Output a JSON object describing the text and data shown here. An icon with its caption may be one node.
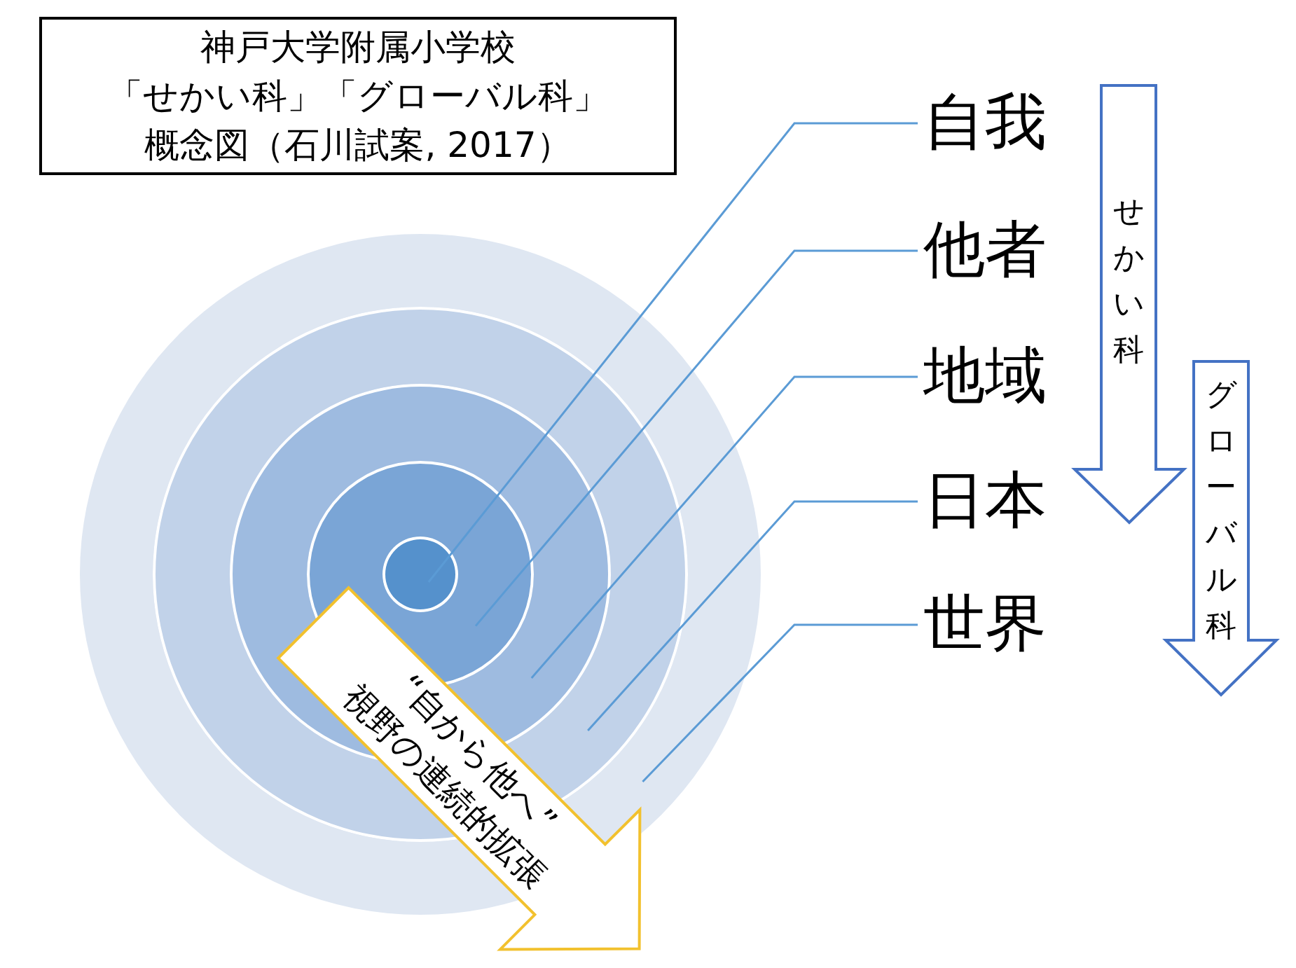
{
  "diagram": {
    "nodes": [
      {
        "text": [
          "神戸大学附属小学校",
          "「せかい科」「グローバル科」概念図（石川試案, 2017）"
        ]
      },
      {
        "text": [],
        "shape": "circle"
      },
      {
        "text": [],
        "shape": "circle",
        "in": 1
      },
      {
        "text": [],
        "shape": "circle",
        "in": 2
      },
      {
        "text": [],
        "shape": "circle",
        "in": 3
      },
      {
        "text": [],
        "shape": "circle",
        "in": 4
      },
      {
        "text": [
          "自我"
        ]
      },
      {
        "text": [
          "他者"
        ]
      },
      {
        "text": [
          "地域"
        ]
      },
      {
        "text": [
          "日本"
        ]
      },
      {
        "text": [
          "世界"
        ]
      },
      {
        "text": [
          "せかい科"
        ]
      },
      {
        "text": [
          "グローバル科"
        ]
      },
      {
        "text": [
          "“自から他へ”",
          "視野の連続的拡張"
        ]
      }
    ],
    "edges": [
      {
        "from": 6,
        "to": 5,
        "arrow": "none"
      },
      {
        "from": 7,
        "to": 4,
        "arrow": "none"
      },
      {
        "from": 8,
        "to": 3,
        "arrow": "none"
      },
      {
        "from": 9,
        "to": 2,
        "arrow": "none"
      },
      {
        "from": 10,
        "to": 1,
        "arrow": "none"
      }
    ]
  }
}
